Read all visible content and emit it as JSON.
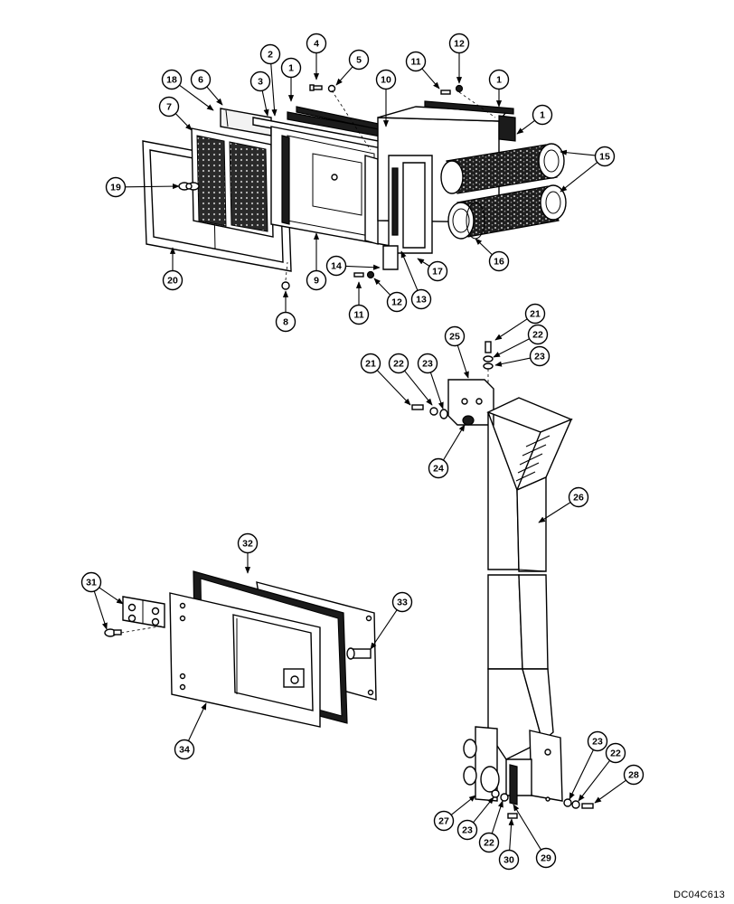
{
  "diagram": {
    "type": "exploded-parts-diagram",
    "drawing_code": "DC04C613",
    "callouts": [
      {
        "id": "c1a",
        "label": "1"
      },
      {
        "id": "c1b",
        "label": "1"
      },
      {
        "id": "c1c",
        "label": "1"
      },
      {
        "id": "c2",
        "label": "2"
      },
      {
        "id": "c3",
        "label": "3"
      },
      {
        "id": "c4",
        "label": "4"
      },
      {
        "id": "c5",
        "label": "5"
      },
      {
        "id": "c6",
        "label": "6"
      },
      {
        "id": "c7",
        "label": "7"
      },
      {
        "id": "c8",
        "label": "8"
      },
      {
        "id": "c9",
        "label": "9"
      },
      {
        "id": "c10",
        "label": "10"
      },
      {
        "id": "c11a",
        "label": "11"
      },
      {
        "id": "c11b",
        "label": "11"
      },
      {
        "id": "c12a",
        "label": "12"
      },
      {
        "id": "c12b",
        "label": "12"
      },
      {
        "id": "c13",
        "label": "13"
      },
      {
        "id": "c14",
        "label": "14"
      },
      {
        "id": "c15",
        "label": "15"
      },
      {
        "id": "c16",
        "label": "16"
      },
      {
        "id": "c17",
        "label": "17"
      },
      {
        "id": "c18",
        "label": "18"
      },
      {
        "id": "c19",
        "label": "19"
      },
      {
        "id": "c20",
        "label": "20"
      },
      {
        "id": "c21a",
        "label": "21"
      },
      {
        "id": "c21b",
        "label": "21"
      },
      {
        "id": "c22a",
        "label": "22"
      },
      {
        "id": "c22b",
        "label": "22"
      },
      {
        "id": "c22c",
        "label": "22"
      },
      {
        "id": "c22d",
        "label": "22"
      },
      {
        "id": "c23a",
        "label": "23"
      },
      {
        "id": "c23b",
        "label": "23"
      },
      {
        "id": "c23c",
        "label": "23"
      },
      {
        "id": "c23d",
        "label": "23"
      },
      {
        "id": "c24",
        "label": "24"
      },
      {
        "id": "c25",
        "label": "25"
      },
      {
        "id": "c26",
        "label": "26"
      },
      {
        "id": "c27",
        "label": "27"
      },
      {
        "id": "c28",
        "label": "28"
      },
      {
        "id": "c29",
        "label": "29"
      },
      {
        "id": "c30",
        "label": "30"
      },
      {
        "id": "c31",
        "label": "31"
      },
      {
        "id": "c32",
        "label": "32"
      },
      {
        "id": "c33",
        "label": "33"
      },
      {
        "id": "c34",
        "label": "34"
      }
    ]
  }
}
